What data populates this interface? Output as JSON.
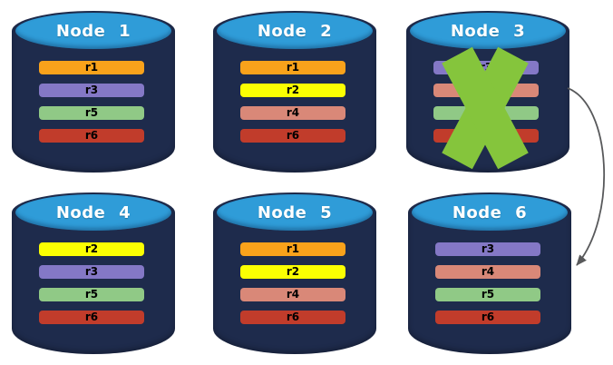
{
  "colors": {
    "navy": "#1E2B4C",
    "blue": "#2F9CD8",
    "title_text": "#FFFFFF",
    "bar_text": "#000000",
    "x_mark": "#85C53C",
    "arrow": "#58595B",
    "background": "#FFFFFF"
  },
  "replica_colors": {
    "r1": "#F9A21B",
    "r2": "#FBFF02",
    "r3": "#8478C6",
    "r4": "#D98878",
    "r5": "#90C986",
    "r6": "#C13C2B"
  },
  "nodes": [
    {
      "title": "Node 1",
      "replicas": [
        "r1",
        "r3",
        "r5",
        "r6"
      ],
      "crossed_out": false
    },
    {
      "title": "Node 2",
      "replicas": [
        "r1",
        "r2",
        "r4",
        "r6"
      ],
      "crossed_out": false
    },
    {
      "title": "Node 3",
      "replicas": [
        "r3",
        "r4",
        "r5",
        "r6"
      ],
      "crossed_out": true
    },
    {
      "title": "Node 4",
      "replicas": [
        "r2",
        "r3",
        "r5",
        "r6"
      ],
      "crossed_out": false
    },
    {
      "title": "Node 5",
      "replicas": [
        "r1",
        "r2",
        "r4",
        "r6"
      ],
      "crossed_out": false
    },
    {
      "title": "Node 6",
      "replicas": [
        "r3",
        "r4",
        "r5",
        "r6"
      ],
      "crossed_out": false
    }
  ],
  "failure_arrow": {
    "from": "Node 3",
    "to": "Node 6"
  }
}
